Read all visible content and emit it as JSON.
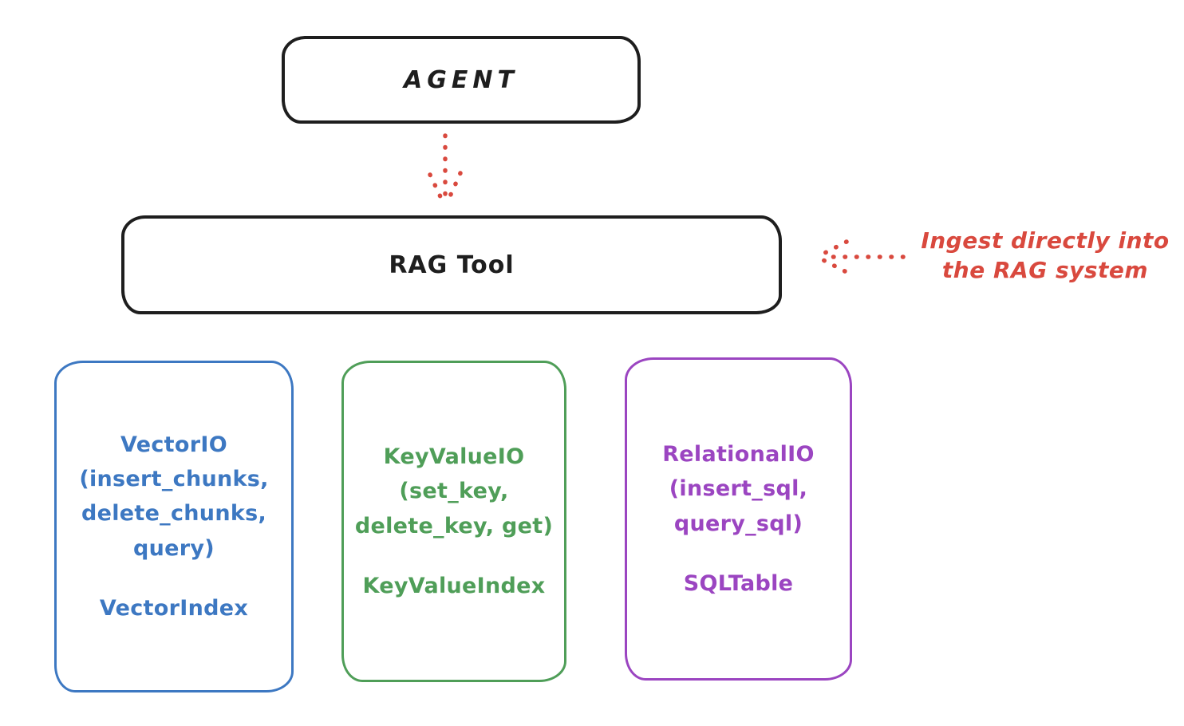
{
  "colors": {
    "background": "#ffffff",
    "ink": "#1e1e1e",
    "red": "#d9493e",
    "blue": "#3d78c2",
    "green": "#4f9e58",
    "purple": "#9b45c1"
  },
  "diagram": {
    "agent": {
      "label": "AGENT"
    },
    "rag_tool": {
      "label": "RAG Tool"
    },
    "annotation": {
      "line1": "Ingest directly into",
      "line2": "the RAG system"
    },
    "cards": [
      {
        "lines": [
          "VectorIO",
          "(insert_chunks,",
          "delete_chunks,",
          "query)"
        ],
        "footer": "VectorIndex",
        "color": "#3d78c2"
      },
      {
        "lines": [
          "KeyValueIO",
          "(set_key,",
          "delete_key, get)"
        ],
        "footer": "KeyValueIndex",
        "color": "#4f9e58"
      },
      {
        "lines": [
          "RelationalIO",
          "(insert_sql,",
          "query_sql)"
        ],
        "footer": "SQLTable",
        "color": "#9b45c1"
      }
    ]
  }
}
